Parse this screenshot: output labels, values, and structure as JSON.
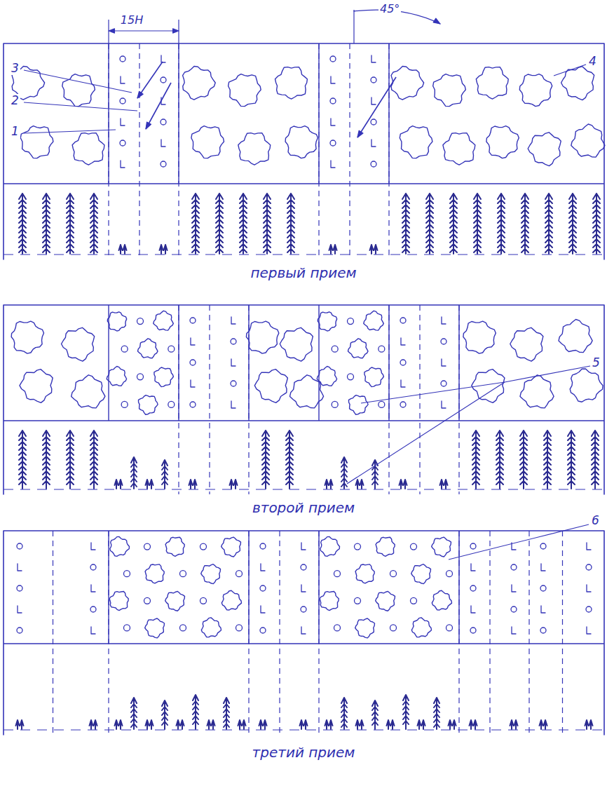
{
  "diagram": {
    "labels": [
      "15Н",
      "45°",
      "3",
      "2",
      "1",
      "4",
      "первый прием",
      "5",
      "второй прием",
      "6",
      "третий прием"
    ]
  }
}
